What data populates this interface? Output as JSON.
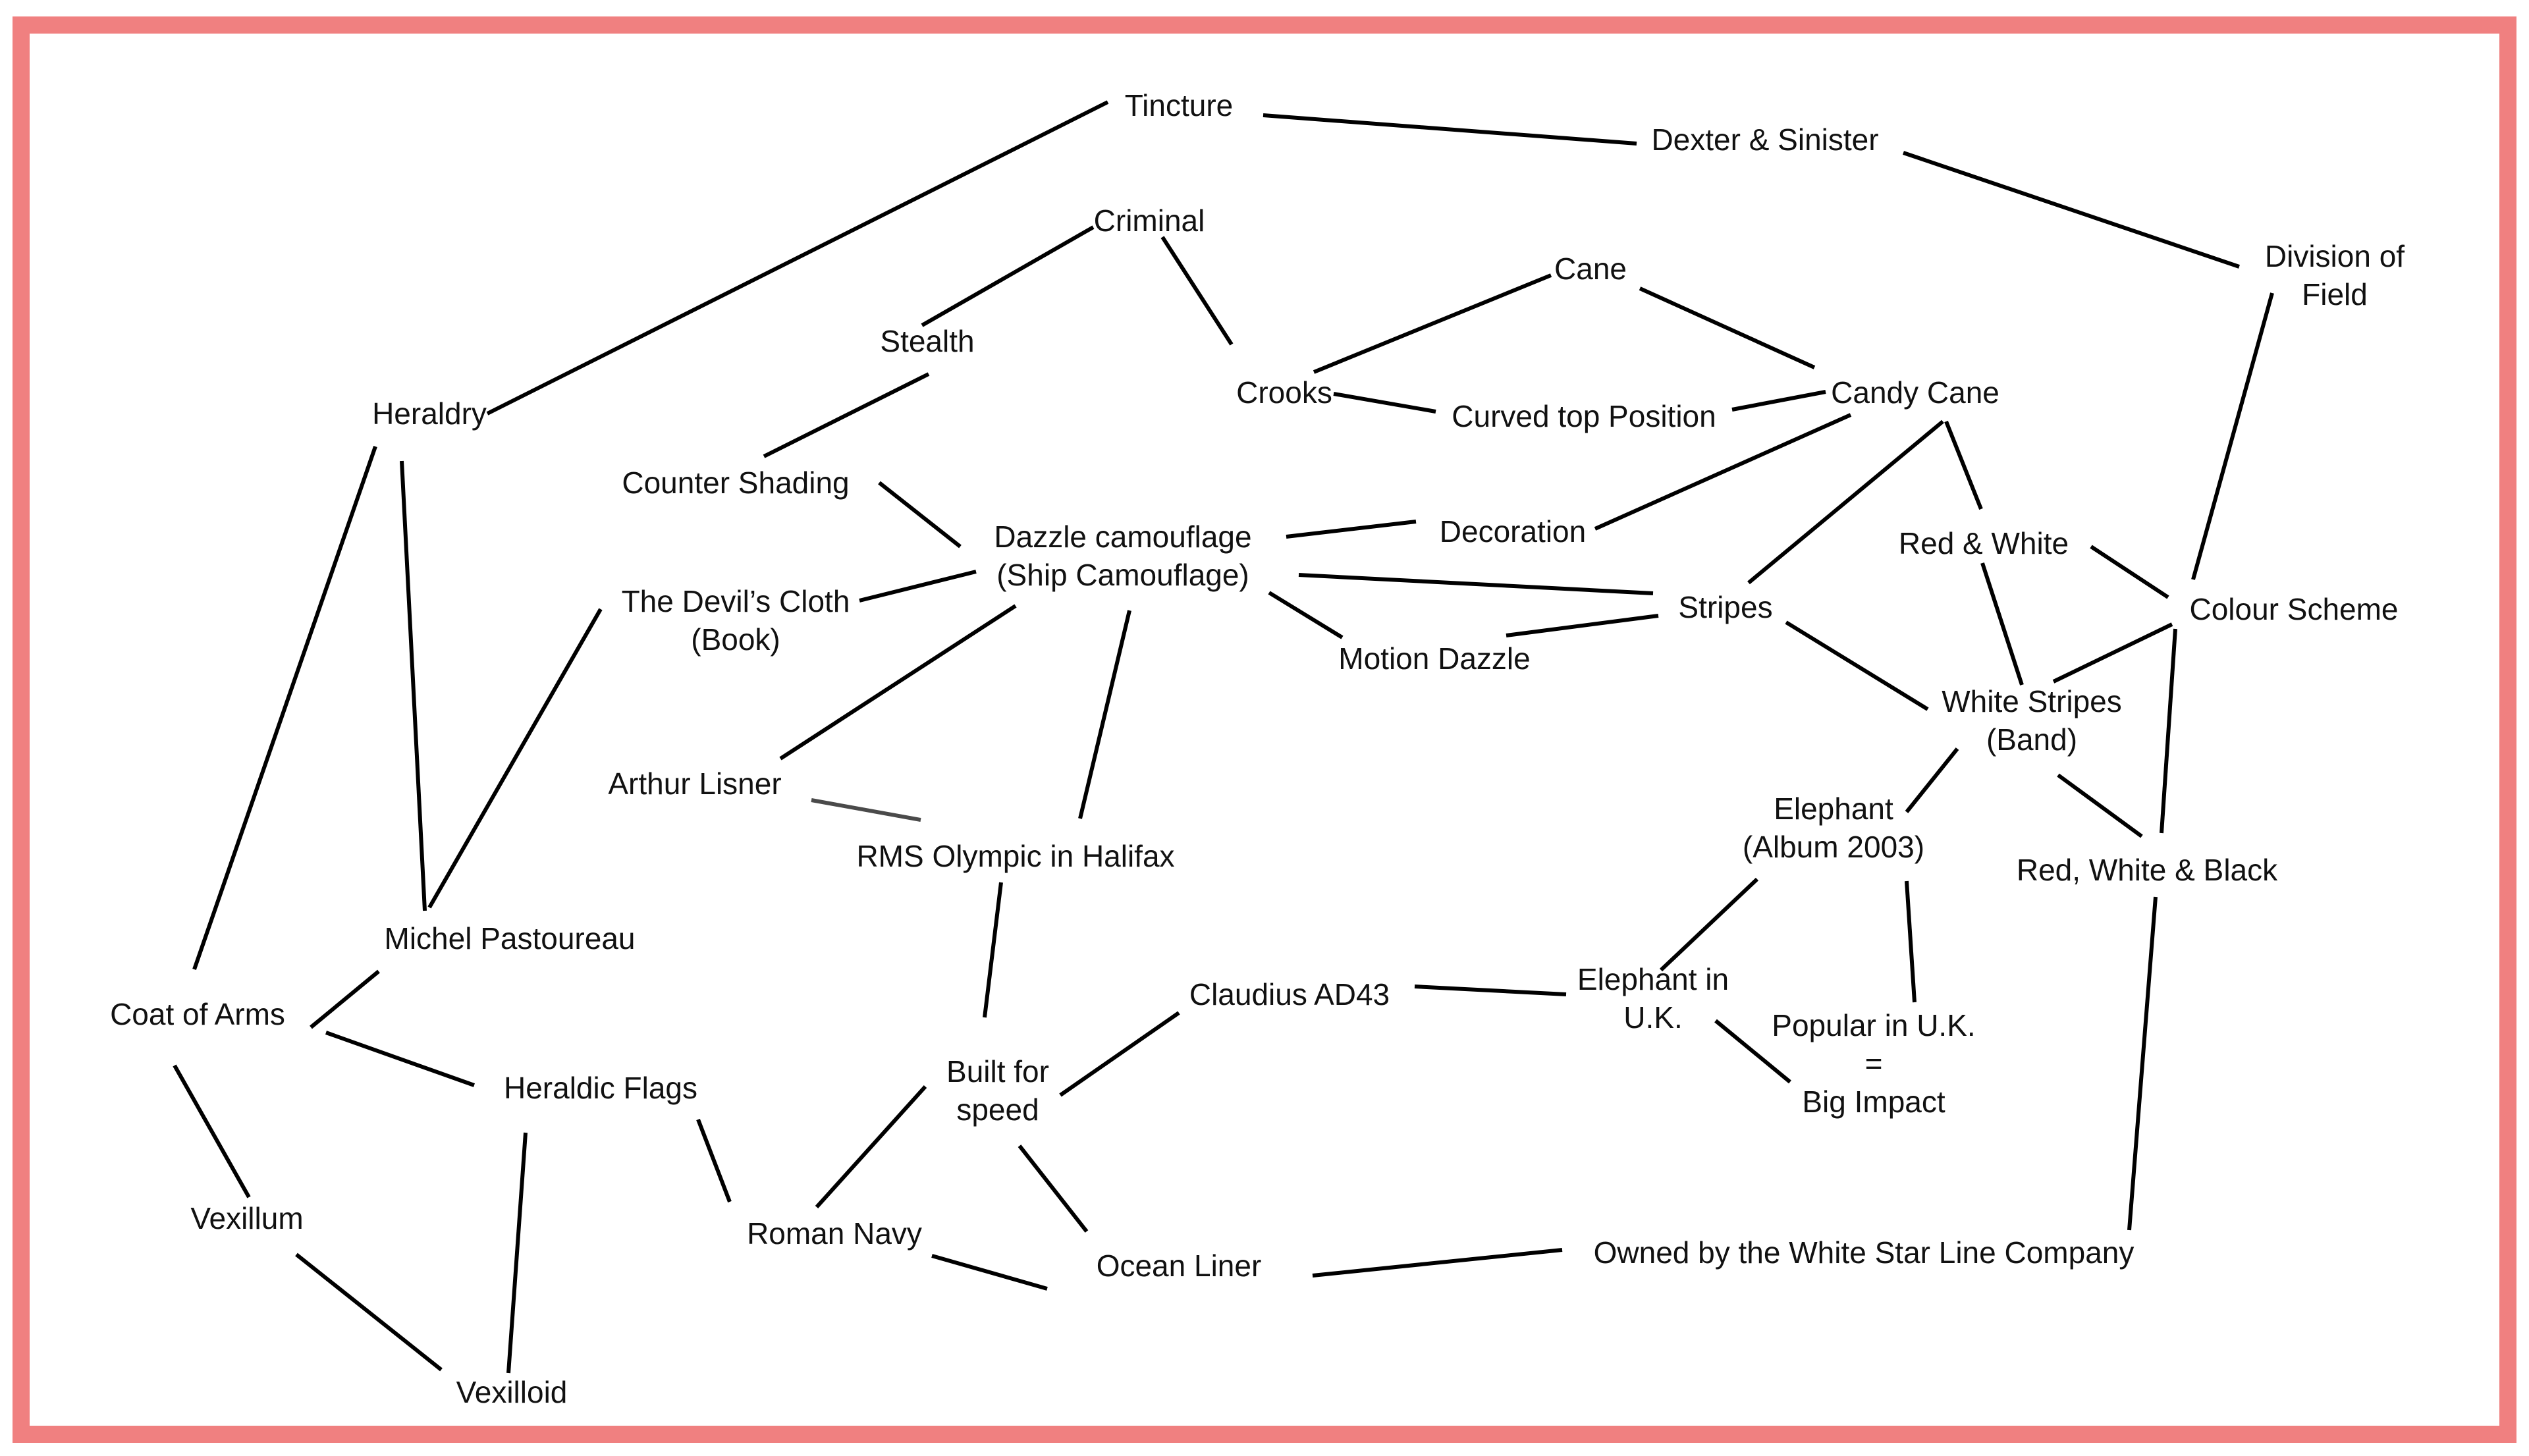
{
  "colors": {
    "frame": "#f08080",
    "line": "#000000",
    "line_muted": "#4a4a4a",
    "text": "#111111"
  },
  "nodes": {
    "tincture": [
      "Tincture"
    ],
    "dexter_sinister": [
      "Dexter & Sinister"
    ],
    "division_of_field": [
      "Division of",
      "Field"
    ],
    "criminal": [
      "Criminal"
    ],
    "cane": [
      "Cane"
    ],
    "stealth": [
      "Stealth"
    ],
    "crooks": [
      "Crooks"
    ],
    "curved_top_position": [
      "Curved top Position"
    ],
    "candy_cane": [
      "Candy Cane"
    ],
    "heraldry": [
      "Heraldry"
    ],
    "counter_shading": [
      "Counter Shading"
    ],
    "dazzle_camouflage": [
      "Dazzle camouflage",
      "(Ship Camouflage)"
    ],
    "decoration": [
      "Decoration"
    ],
    "red_and_white": [
      "Red & White"
    ],
    "colour_scheme": [
      "Colour Scheme"
    ],
    "devils_cloth": [
      "The Devil’s Cloth",
      "(Book)"
    ],
    "stripes": [
      "Stripes"
    ],
    "motion_dazzle": [
      "Motion Dazzle"
    ],
    "white_stripes_band": [
      "White Stripes",
      "(Band)"
    ],
    "arthur_lisner": [
      "Arthur Lisner"
    ],
    "elephant_album": [
      "Elephant",
      "(Album 2003)"
    ],
    "rms_olympic": [
      "RMS Olympic in Halifax"
    ],
    "red_white_black": [
      "Red, White & Black"
    ],
    "michel_pastoureau": [
      "Michel Pastoureau"
    ],
    "claudius": [
      "Claudius AD43"
    ],
    "elephant_in_uk": [
      "Elephant in",
      "U.K."
    ],
    "popular_in_uk": [
      "Popular in U.K.",
      "=",
      "Big Impact"
    ],
    "coat_of_arms": [
      "Coat of Arms"
    ],
    "built_for_speed": [
      "Built for",
      "speed"
    ],
    "heraldic_flags": [
      "Heraldic Flags"
    ],
    "vexillum": [
      "Vexillum"
    ],
    "roman_navy": [
      "Roman Navy"
    ],
    "ocean_liner": [
      "Ocean Liner"
    ],
    "white_star_line": [
      "Owned by the White Star Line Company"
    ],
    "vexilloid": [
      "Vexilloid"
    ]
  },
  "edges": [
    [
      "tincture",
      "heraldry"
    ],
    [
      "tincture",
      "dexter_sinister"
    ],
    [
      "dexter_sinister",
      "division_of_field"
    ],
    [
      "division_of_field",
      "colour_scheme"
    ],
    [
      "criminal",
      "stealth"
    ],
    [
      "criminal",
      "crooks"
    ],
    [
      "stealth",
      "counter_shading"
    ],
    [
      "cane",
      "crooks"
    ],
    [
      "cane",
      "candy_cane"
    ],
    [
      "crooks",
      "curved_top_position"
    ],
    [
      "curved_top_position",
      "candy_cane"
    ],
    [
      "candy_cane",
      "decoration"
    ],
    [
      "candy_cane",
      "stripes"
    ],
    [
      "candy_cane",
      "red_and_white"
    ],
    [
      "red_and_white",
      "colour_scheme"
    ],
    [
      "red_and_white",
      "white_stripes_band"
    ],
    [
      "colour_scheme",
      "white_stripes_band"
    ],
    [
      "colour_scheme",
      "red_white_black"
    ],
    [
      "counter_shading",
      "dazzle_camouflage"
    ],
    [
      "decoration",
      "dazzle_camouflage"
    ],
    [
      "devils_cloth",
      "dazzle_camouflage"
    ],
    [
      "dazzle_camouflage",
      "stripes"
    ],
    [
      "dazzle_camouflage",
      "motion_dazzle"
    ],
    [
      "motion_dazzle",
      "stripes"
    ],
    [
      "stripes",
      "white_stripes_band"
    ],
    [
      "dazzle_camouflage",
      "arthur_lisner"
    ],
    [
      "dazzle_camouflage",
      "rms_olympic"
    ],
    [
      "arthur_lisner",
      "rms_olympic"
    ],
    [
      "white_stripes_band",
      "elephant_album"
    ],
    [
      "white_stripes_band",
      "red_white_black"
    ],
    [
      "elephant_album",
      "elephant_in_uk"
    ],
    [
      "elephant_album",
      "popular_in_uk"
    ],
    [
      "elephant_in_uk",
      "popular_in_uk"
    ],
    [
      "claudius",
      "elephant_in_uk"
    ],
    [
      "claudius",
      "built_for_speed"
    ],
    [
      "rms_olympic",
      "built_for_speed"
    ],
    [
      "built_for_speed",
      "roman_navy"
    ],
    [
      "built_for_speed",
      "ocean_liner"
    ],
    [
      "roman_navy",
      "ocean_liner"
    ],
    [
      "ocean_liner",
      "white_star_line"
    ],
    [
      "red_white_black",
      "white_star_line"
    ],
    [
      "heraldry",
      "coat_of_arms"
    ],
    [
      "heraldry",
      "michel_pastoureau"
    ],
    [
      "devils_cloth",
      "michel_pastoureau"
    ],
    [
      "michel_pastoureau",
      "coat_of_arms"
    ],
    [
      "coat_of_arms",
      "heraldic_flags"
    ],
    [
      "coat_of_arms",
      "vexillum"
    ],
    [
      "heraldic_flags",
      "roman_navy"
    ],
    [
      "heraldic_flags",
      "vexilloid"
    ],
    [
      "vexillum",
      "vexilloid"
    ]
  ]
}
